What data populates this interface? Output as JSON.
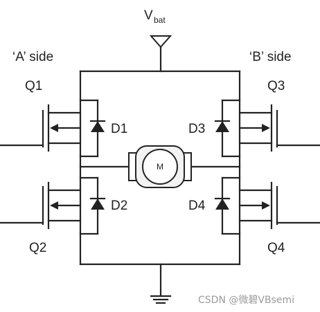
{
  "supply": {
    "label_main": "V",
    "label_sub": "bat"
  },
  "sides": {
    "a": "‘A’ side",
    "b": "‘B’ side"
  },
  "transistors": {
    "q1": "Q1",
    "q2": "Q2",
    "q3": "Q3",
    "q4": "Q4"
  },
  "diodes": {
    "d1": "D1",
    "d2": "D2",
    "d3": "D3",
    "d4": "D4"
  },
  "motor": {
    "label": "M"
  },
  "watermark": "CSDN @微碧VBsemi",
  "colors": {
    "line": "#222222",
    "motor_fill": "#f2f2f2",
    "watermark": "#9a9a9a"
  }
}
